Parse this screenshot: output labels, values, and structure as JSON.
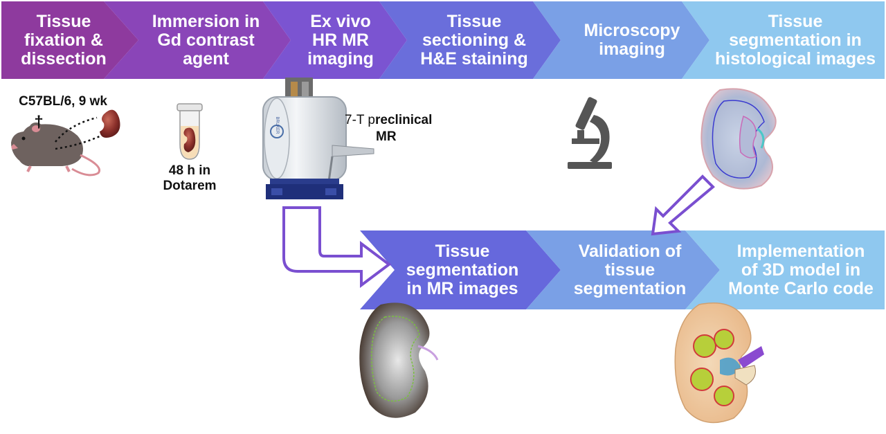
{
  "colors": {
    "step1": "#8e3a9e",
    "step2": "#8a45b8",
    "step3": "#7b54d1",
    "step4": "#6a6edb",
    "step5": "#7aa0e6",
    "step6": "#8fc8ef",
    "bottom1": "#6668dc",
    "bottom2": "#7aa0e6",
    "bottom3": "#8fc8ef",
    "arrow_outline": "#7a4fd0"
  },
  "top_steps": [
    {
      "label": "Tissue\nfixation &\ndissection"
    },
    {
      "label": "Immersion in\nGd contrast\nagent"
    },
    {
      "label": "Ex vivo\nHR MR\nimaging"
    },
    {
      "label": "Tissue\nsectioning &\nH&E staining"
    },
    {
      "label": "Microscopy\nimaging"
    },
    {
      "label": "Tissue\nsegmentation in\nhistological images"
    }
  ],
  "bottom_steps": [
    {
      "label": "Tissue\nsegmentation\nin MR images"
    },
    {
      "label": "Validation of\ntissue\nsegmentation"
    },
    {
      "label": "Implementation\nof 3D model in\nMonte Carlo code"
    }
  ],
  "captions": {
    "mouse": "C57BL/6, 9 wk",
    "dagger": "†",
    "tube": "48 h in\nDotarem",
    "mr_prefix": "7-T p",
    "mr_bold1": "reclinical",
    "mr_bold2": "MR",
    "scanner_brand": "BRUKER"
  },
  "icons": {
    "mouse": "mouse-icon",
    "kidney": "kidney-icon",
    "tube": "test-tube-icon",
    "scanner": "mri-scanner-icon",
    "microscope": "microscope-icon",
    "histology": "histology-kidney-image",
    "mr_kidney": "mr-kidney-image",
    "model": "3d-kidney-model-image"
  }
}
